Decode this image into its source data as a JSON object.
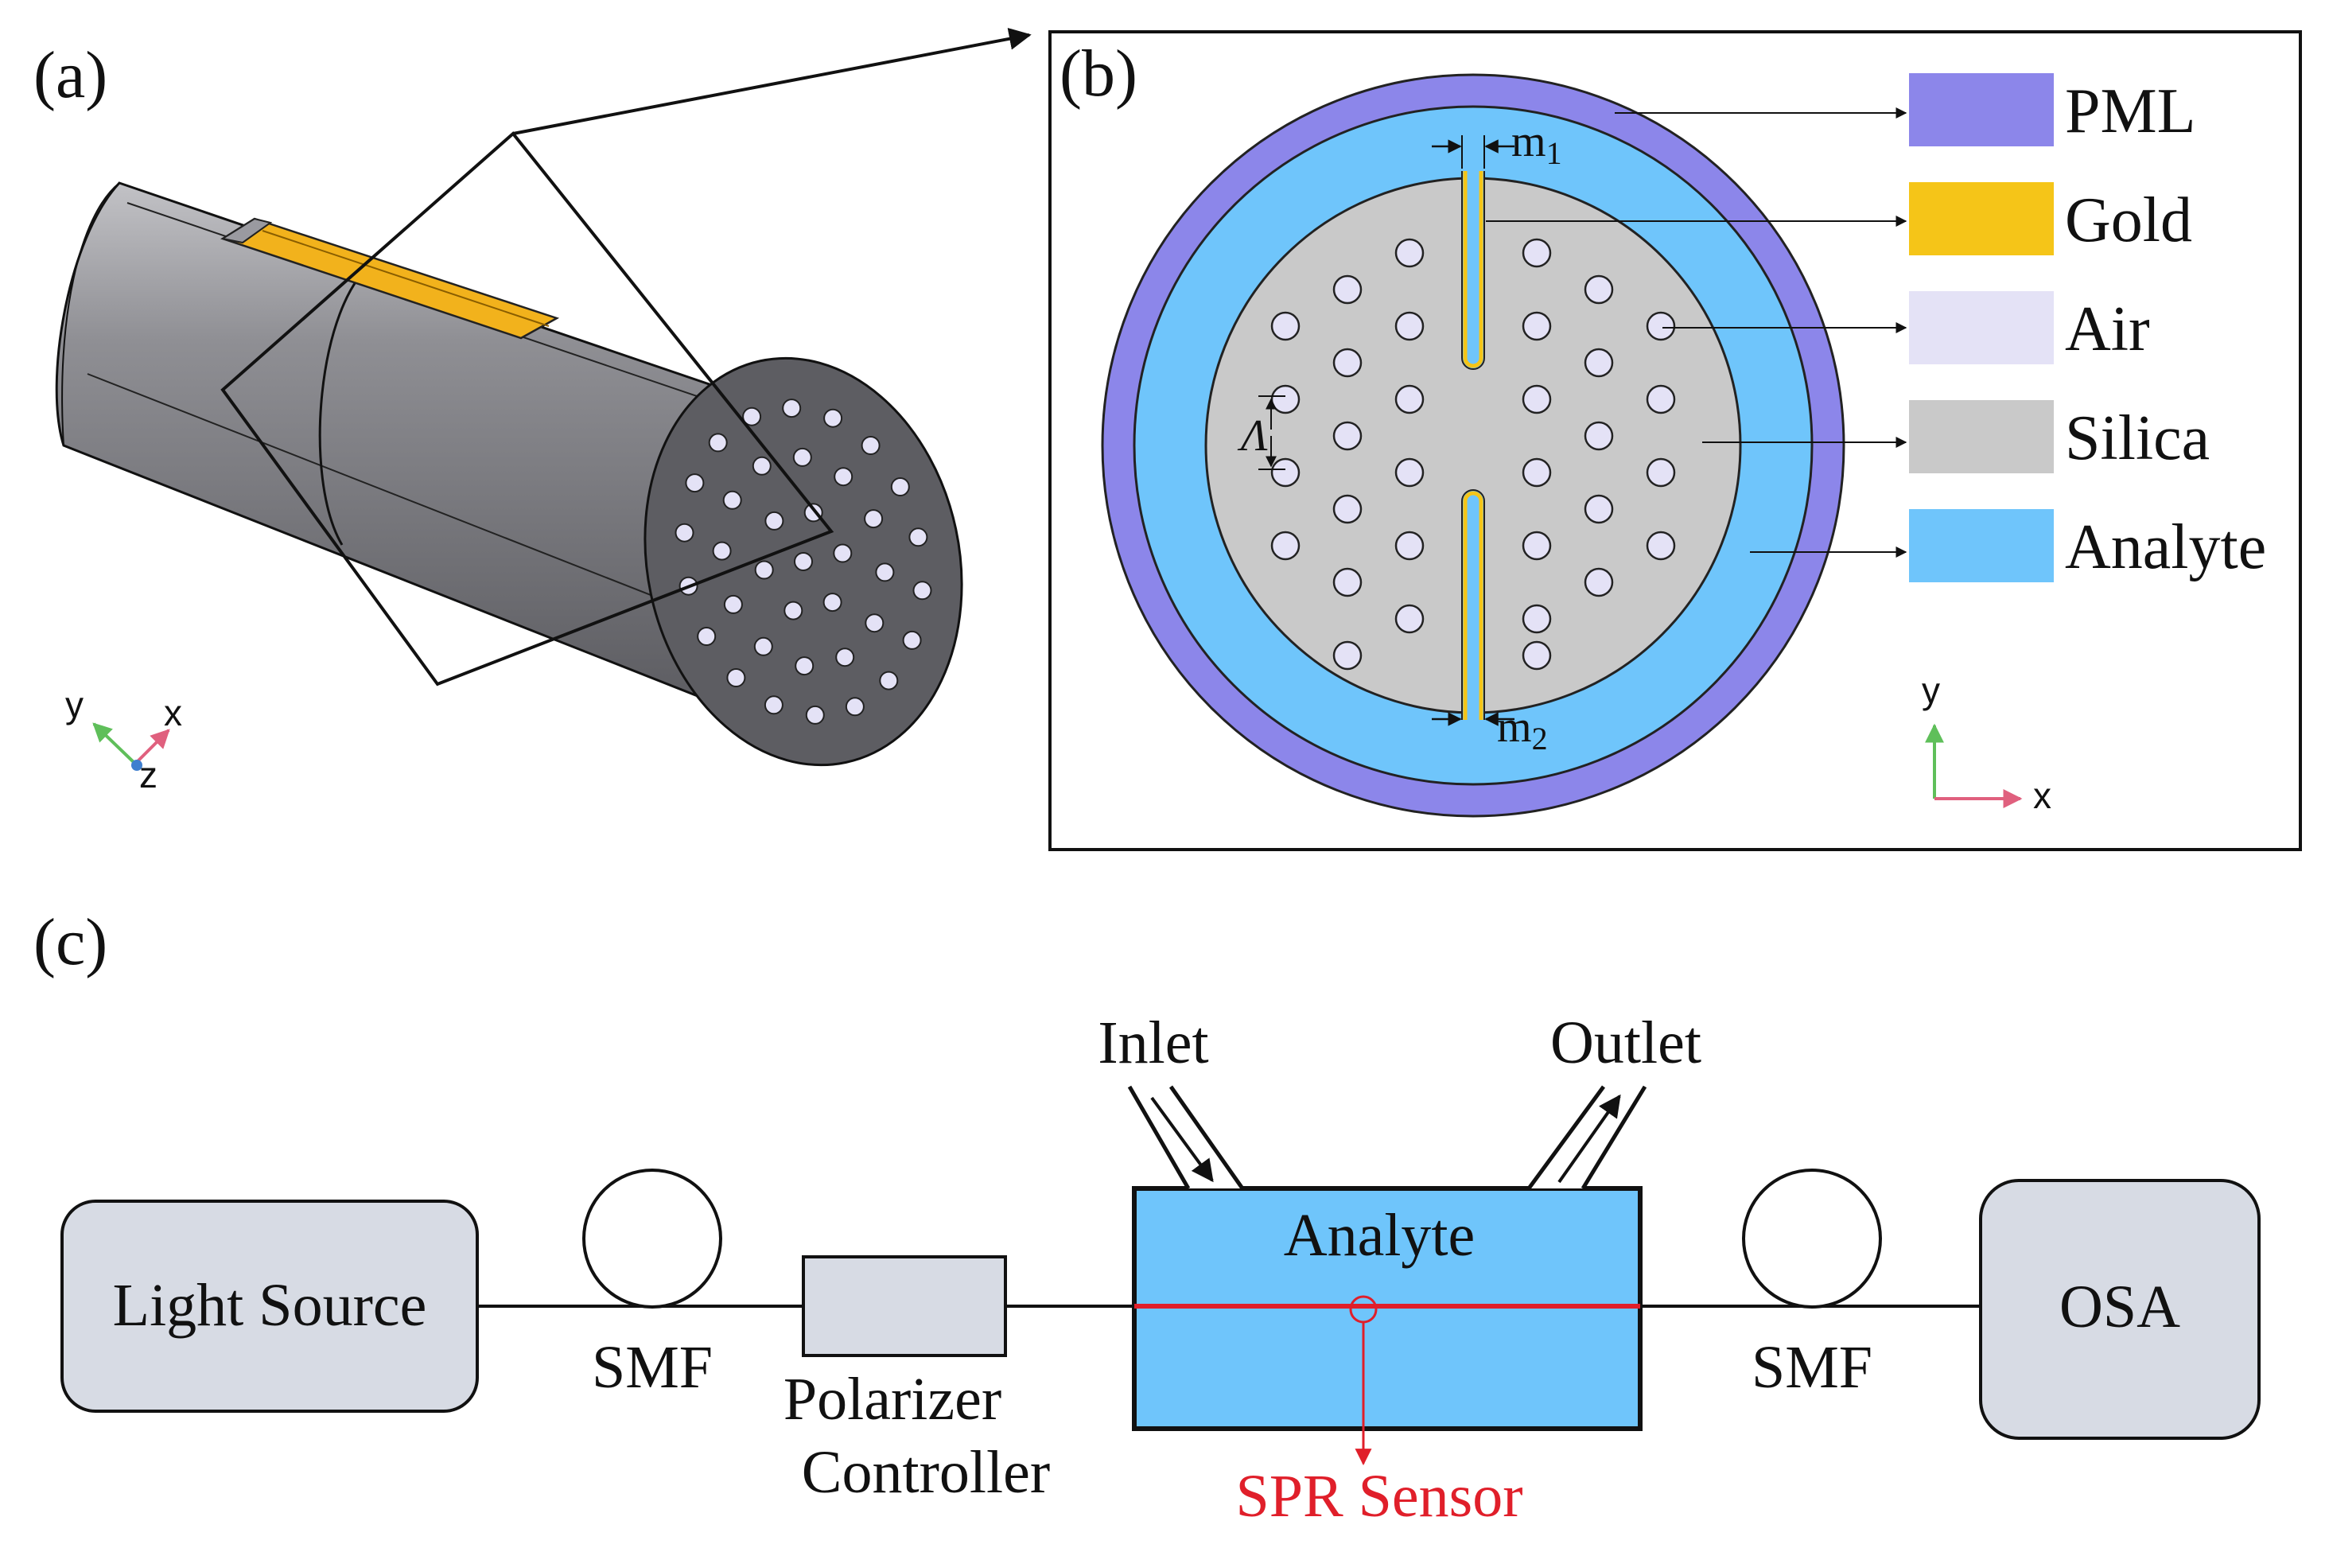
{
  "panels": {
    "a": "(a)",
    "b": "(b)",
    "c": "(c)"
  },
  "colors": {
    "pml": "#8c86ea",
    "gold": "#f5c518",
    "air": "#e4e2f6",
    "silica": "#c9c9c9",
    "analyte": "#6fc5fb",
    "block": "#d7dbe4",
    "sensor": "#e01f2a"
  },
  "legend": [
    {
      "id": "pml",
      "label": "PML",
      "color": "#8c86ea"
    },
    {
      "id": "gold",
      "label": "Gold",
      "color": "#f5c518"
    },
    {
      "id": "air",
      "label": "Air",
      "color": "#e4e2f6"
    },
    {
      "id": "silica",
      "label": "Silica",
      "color": "#c9c9c9"
    },
    {
      "id": "analyte",
      "label": "Analyte",
      "color": "#6fc5fb"
    }
  ],
  "dimensions": {
    "m1": {
      "base": "m",
      "sub": "1"
    },
    "m2": {
      "base": "m",
      "sub": "2"
    },
    "pitch": "Λ"
  },
  "axes_a": {
    "x": "x",
    "y": "y",
    "z": "z"
  },
  "axes_b": {
    "x": "x",
    "y": "y"
  },
  "setup": {
    "light_source": "Light Source",
    "smf_left": "SMF",
    "polarizer_line1": "Polarizer",
    "polarizer_line2": "Controller",
    "analyte": "Analyte",
    "inlet": "Inlet",
    "outlet": "Outlet",
    "sensor": "SPR Sensor",
    "smf_right": "SMF",
    "osa": "OSA"
  }
}
